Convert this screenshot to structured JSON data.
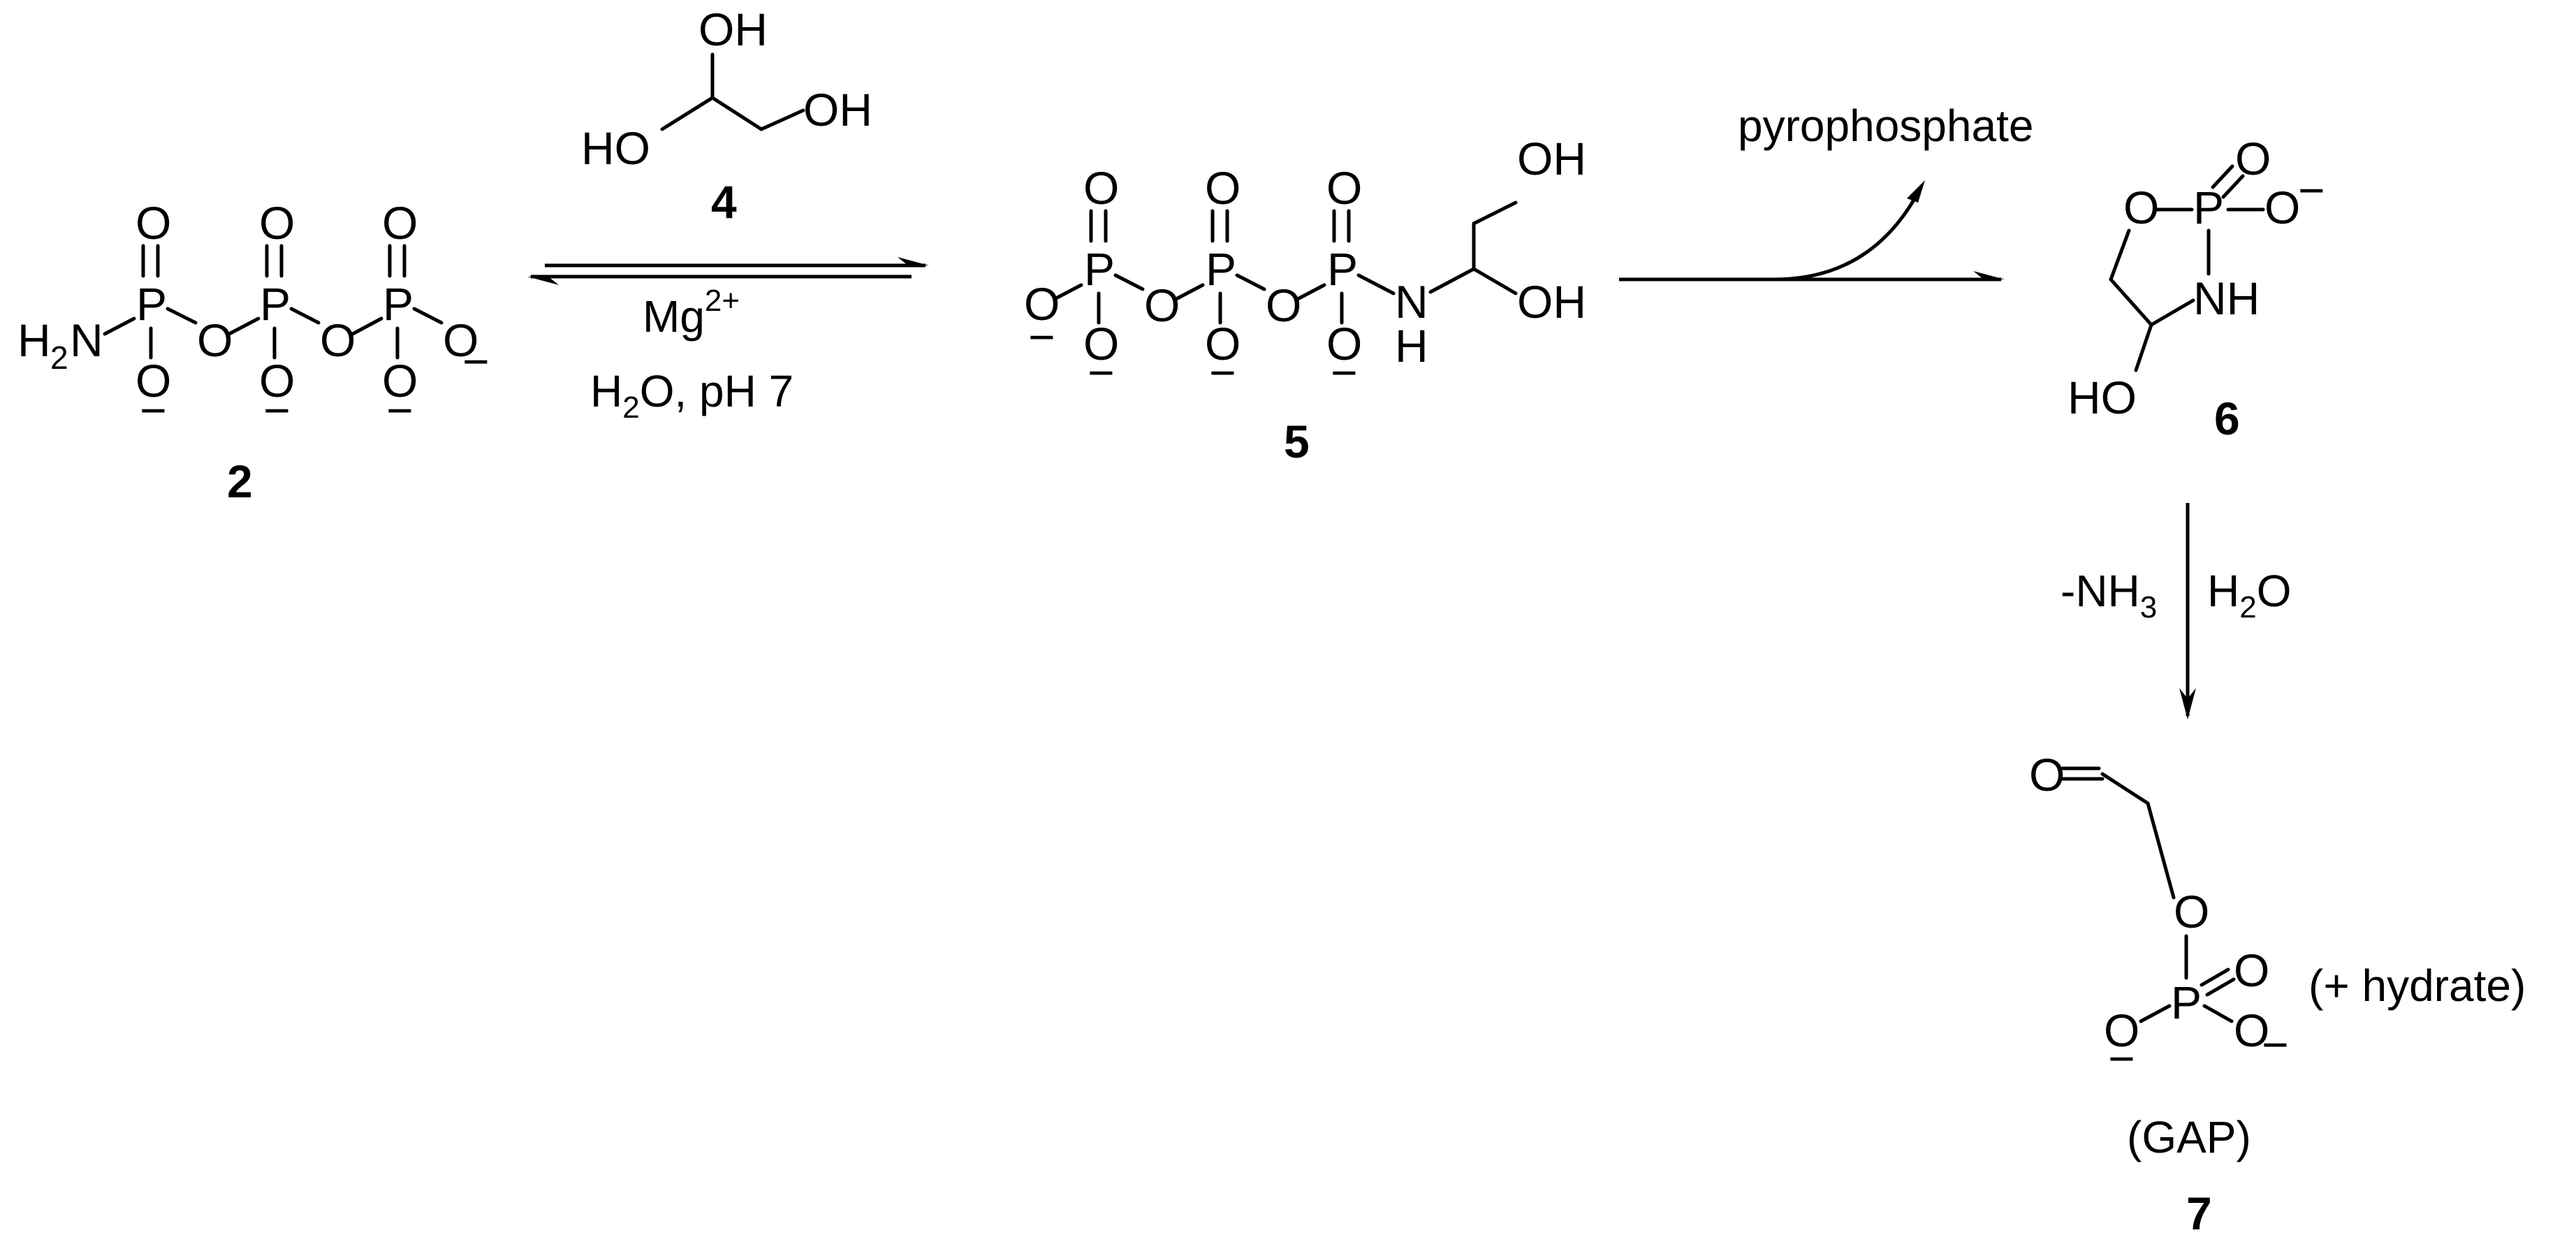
{
  "compounds": {
    "c2": {
      "label": "2"
    },
    "c4": {
      "label": "4"
    },
    "c5": {
      "label": "5"
    },
    "c6": {
      "label": "6"
    },
    "c7": {
      "label": "7",
      "name": "(GAP)",
      "note": "(+ hydrate)"
    }
  },
  "reactions": {
    "step1": {
      "reagent_label": "4",
      "conditions": [
        "Mg2+",
        "H2O, pH 7"
      ]
    },
    "step2": {
      "byproduct": "pyrophosphate"
    },
    "step3": {
      "conditions_left": "-NH3",
      "conditions_right": "H2O"
    }
  },
  "atoms": {
    "O": "O",
    "P": "P",
    "N": "N",
    "H": "H",
    "OH": "OH",
    "HO": "HO",
    "NH": "NH",
    "H2N_main": "H",
    "H2N_sub": "2",
    "H2N_tail": "N",
    "minus": "−"
  }
}
